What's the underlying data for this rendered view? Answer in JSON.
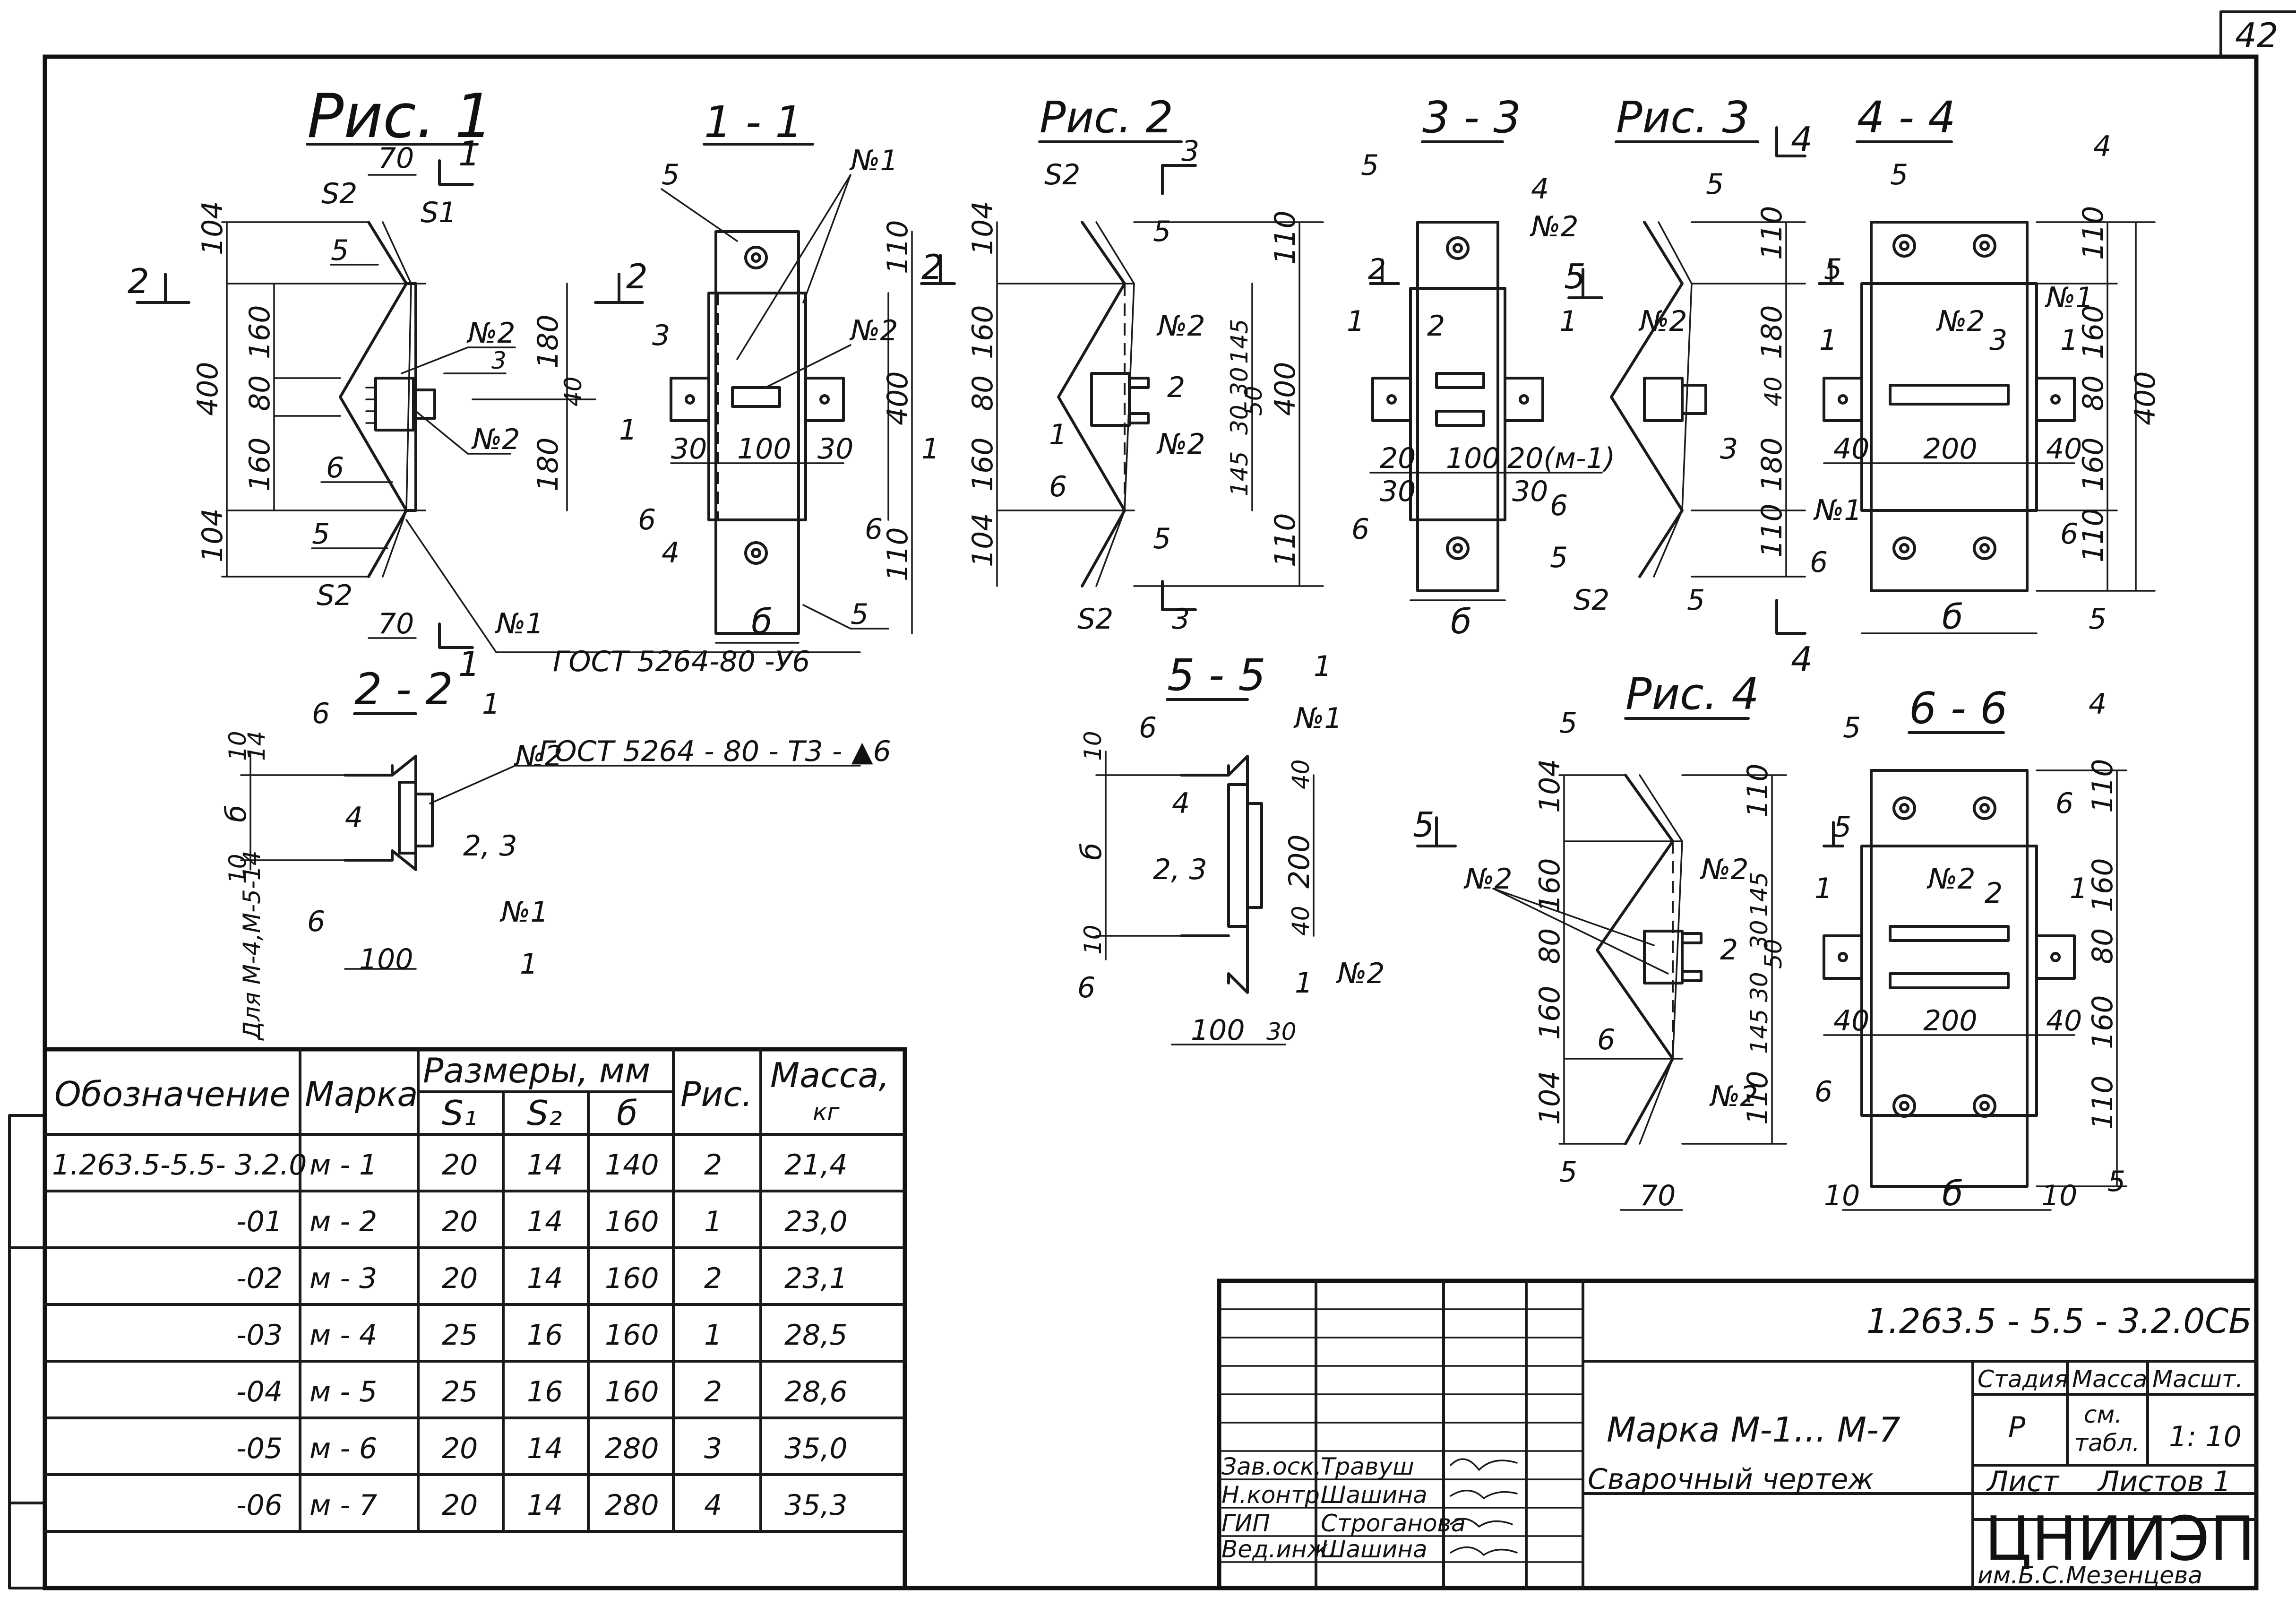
{
  "sheet": {
    "number": "42",
    "doc_code": "1.263.5 - 5.5 - 3.2.0СБ",
    "title_line1": "Марка М-1... М-7",
    "title_line2": "Сварочный чертеж",
    "stage_hdr": "Стадия",
    "mass_hdr": "Масса",
    "scale_hdr": "Масшт.",
    "stage": "Р",
    "mass_1": "см.",
    "mass_2": "табл.",
    "scale": "1: 10",
    "sheet_lbl": "Лист",
    "sheets_lbl": "Листов 1",
    "org": "ЦНИИЭП",
    "org_sub": "им.Б.С.Мезенцева"
  },
  "signatures": [
    {
      "role": "Зав.оск.",
      "name": "Травуш"
    },
    {
      "role": "Н.контр.",
      "name": "Шашина"
    },
    {
      "role": "ГИП",
      "name": "Строганова"
    },
    {
      "role": "Вед.инж.",
      "name": "Шашина"
    }
  ],
  "views": {
    "fig1": "Рис. 1",
    "sec11": "1 - 1",
    "fig2": "Рис. 2",
    "sec33": "3 - 3",
    "fig3": "Рис. 3",
    "sec44": "4 - 4",
    "sec22": "2 - 2",
    "sec55": "5 - 5",
    "fig4": "Рис. 4",
    "sec66": "6 - 6"
  },
  "notes": {
    "gost1": "ГОСТ 5264-80 -У6",
    "gost2": "ГОСТ 5264 - 80 - Т3 - ▲6",
    "for_m": "Для М-4,М-5-14"
  },
  "table": {
    "h_designation": "Обозначение",
    "h_mark": "Марка",
    "h_dims": "Размеры, мм",
    "h_s1": "S₁",
    "h_s2": "S₂",
    "h_b": "б",
    "h_fig": "Рис.",
    "h_mass": "Масса,",
    "h_mass_unit": "кг",
    "rows": [
      {
        "des": "1.263.5-5.5- 3.2.0",
        "mark": "м - 1",
        "s1": "20",
        "s2": "14",
        "b": "140",
        "fig": "2",
        "mass": "21,4"
      },
      {
        "des": "-01",
        "mark": "м - 2",
        "s1": "20",
        "s2": "14",
        "b": "160",
        "fig": "1",
        "mass": "23,0"
      },
      {
        "des": "-02",
        "mark": "м - 3",
        "s1": "20",
        "s2": "14",
        "b": "160",
        "fig": "2",
        "mass": "23,1"
      },
      {
        "des": "-03",
        "mark": "м - 4",
        "s1": "25",
        "s2": "16",
        "b": "160",
        "fig": "1",
        "mass": "28,5"
      },
      {
        "des": "-04",
        "mark": "м - 5",
        "s1": "25",
        "s2": "16",
        "b": "160",
        "fig": "2",
        "mass": "28,6"
      },
      {
        "des": "-05",
        "mark": "м - 6",
        "s1": "20",
        "s2": "14",
        "b": "280",
        "fig": "3",
        "mass": "35,0"
      },
      {
        "des": "-06",
        "mark": "м - 7",
        "s1": "20",
        "s2": "14",
        "b": "280",
        "fig": "4",
        "mass": "35,3"
      }
    ]
  },
  "dims": {
    "d104": "104",
    "d160": "160",
    "d80": "80",
    "d400": "400",
    "d180": "180",
    "d40": "40",
    "d70": "70",
    "d110": "110",
    "d100": "100",
    "d30": "30",
    "d145": "145",
    "d50": "50",
    "d20": "20",
    "d20m1": "20(м-1)",
    "d200": "200",
    "d10": "10",
    "d14": "14",
    "db": "б"
  },
  "marks": {
    "n1": "№1",
    "n2": "№2",
    "m1": "1",
    "m2": "2",
    "m3": "3",
    "m4": "4",
    "m5": "5",
    "m6": "6",
    "m23": "2, 3",
    "s1": "S1",
    "s2": "S2"
  }
}
